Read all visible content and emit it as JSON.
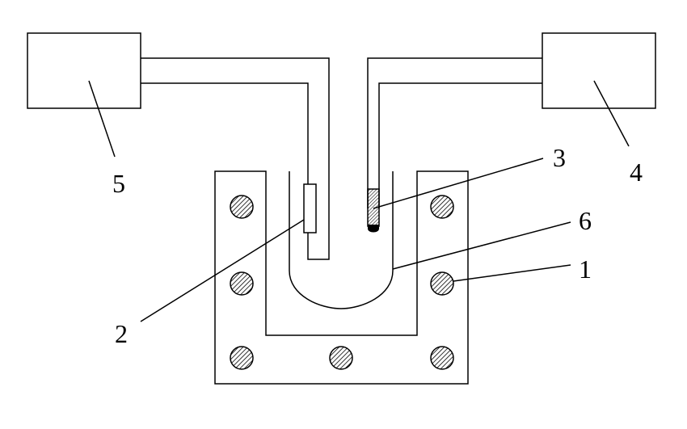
{
  "labels": {
    "one": "1",
    "two": "2",
    "three": "3",
    "four": "4",
    "five": "5",
    "six": "6"
  },
  "colors": {
    "stroke": "#000000",
    "background": "#ffffff",
    "hatch": "#000000",
    "probe_tip": "#000000"
  }
}
